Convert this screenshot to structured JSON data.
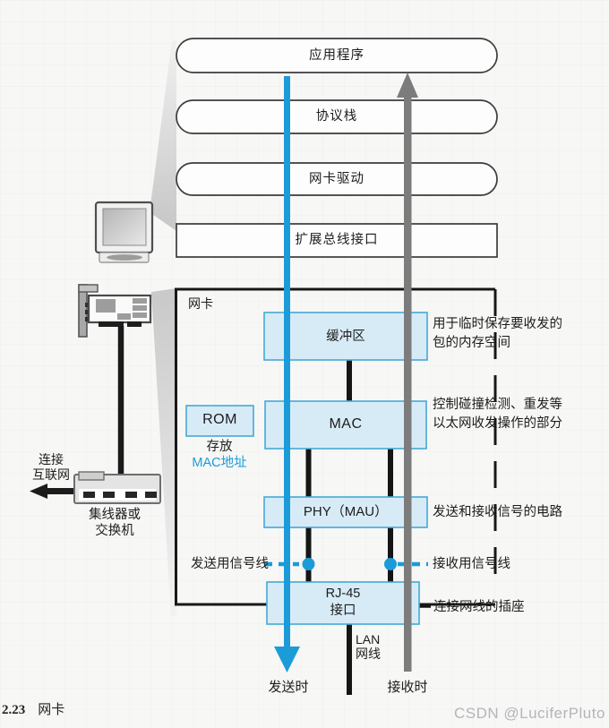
{
  "figure": {
    "caption_number": "2.23",
    "caption_title": "网卡",
    "watermark": "CSDN @LuciferPluto"
  },
  "stack": {
    "layers": [
      {
        "label": "应用程序"
      },
      {
        "label": "协议栈"
      },
      {
        "label": "网卡驱动"
      },
      {
        "label": "扩展总线接口"
      }
    ]
  },
  "nic": {
    "box_label": "网卡",
    "buffer_label": "缓冲区",
    "rom_label": "ROM",
    "rom_note_line1": "存放",
    "rom_note_line2": "MAC地址",
    "mac_label": "MAC",
    "phy_label": "PHY（MAU）",
    "rj45_line1": "RJ-45",
    "rj45_line2": "接口",
    "lan_line1": "LAN",
    "lan_line2": "网线"
  },
  "annotations": {
    "buffer_line1": "用于临时保存要收发的",
    "buffer_line2": "包的内存空间",
    "mac_line1": "控制碰撞检测、重发等",
    "mac_line2": "以太网收发操作的部分",
    "phy": "发送和接收信号的电路",
    "rj45": "连接网线的插座",
    "send_signal": "发送用信号线",
    "receive_signal": "接收用信号线"
  },
  "flow": {
    "send": "发送时",
    "receive": "接收时"
  },
  "peripherals": {
    "internet_line1": "连接",
    "internet_line2": "互联网",
    "hub_line1": "集线器或",
    "hub_line2": "交换机"
  },
  "colors": {
    "accent_blue": "#1b9cd8",
    "panel_fill": "#d7ebf7",
    "panel_border": "#45a9d6",
    "receive_gray": "#7c7c7c"
  }
}
